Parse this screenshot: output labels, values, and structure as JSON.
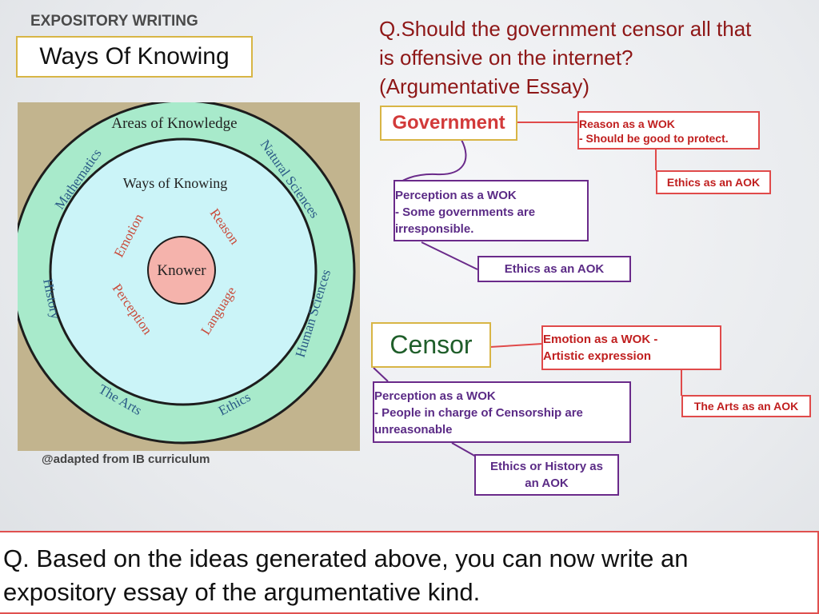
{
  "header": {
    "category": "EXPOSITORY WRITING",
    "title": "Ways Of Knowing"
  },
  "question": {
    "lines": [
      "Q.Should the government censor all that",
      "is offensive on the internet?",
      "(Argumentative Essay)"
    ]
  },
  "diagram": {
    "outer_label": "Areas of Knowledge",
    "inner_label": "Ways of Knowing",
    "center_label": "Knower",
    "aok": [
      "Mathematics",
      "Natural Sciences",
      "History",
      "Human Sciences",
      "The Arts",
      "Ethics"
    ],
    "wok": [
      "Emotion",
      "Reason",
      "Perception",
      "Language"
    ],
    "credit": "@adapted from IB curriculum",
    "colors": {
      "background": "#c2b48e",
      "outer_ring": "#a8eacb",
      "inner_circle": "#cbf4f8",
      "knower": "#f5b3ac",
      "wok_text": "#c94a3a"
    }
  },
  "government": {
    "label": "Government",
    "reason": [
      "Reason as a WOK",
      "- Should be good to protect."
    ],
    "reason_aok": "Ethics as an AOK",
    "perception": [
      "Perception as a WOK",
      "- Some governments are",
      "irresponsible."
    ],
    "perception_aok": "Ethics as an AOK"
  },
  "censor": {
    "label": "Censor",
    "emotion": [
      "Emotion as a WOK -",
      "Artistic expression"
    ],
    "emotion_aok": "The Arts as an AOK",
    "perception": [
      "Perception  as a WOK",
      "- People in charge of  Censorship are",
      "unreasonable"
    ],
    "perception_aok": [
      "Ethics or History as",
      "an AOK"
    ]
  },
  "conclusion": {
    "lines": [
      "Q. Based on the ideas generated above, you can now write an",
      "expository essay of the argumentative  kind."
    ]
  },
  "colors": {
    "red": "#c01f1f",
    "purple": "#5b2b86",
    "gold": "#d8b545",
    "question": "#8e1717"
  }
}
